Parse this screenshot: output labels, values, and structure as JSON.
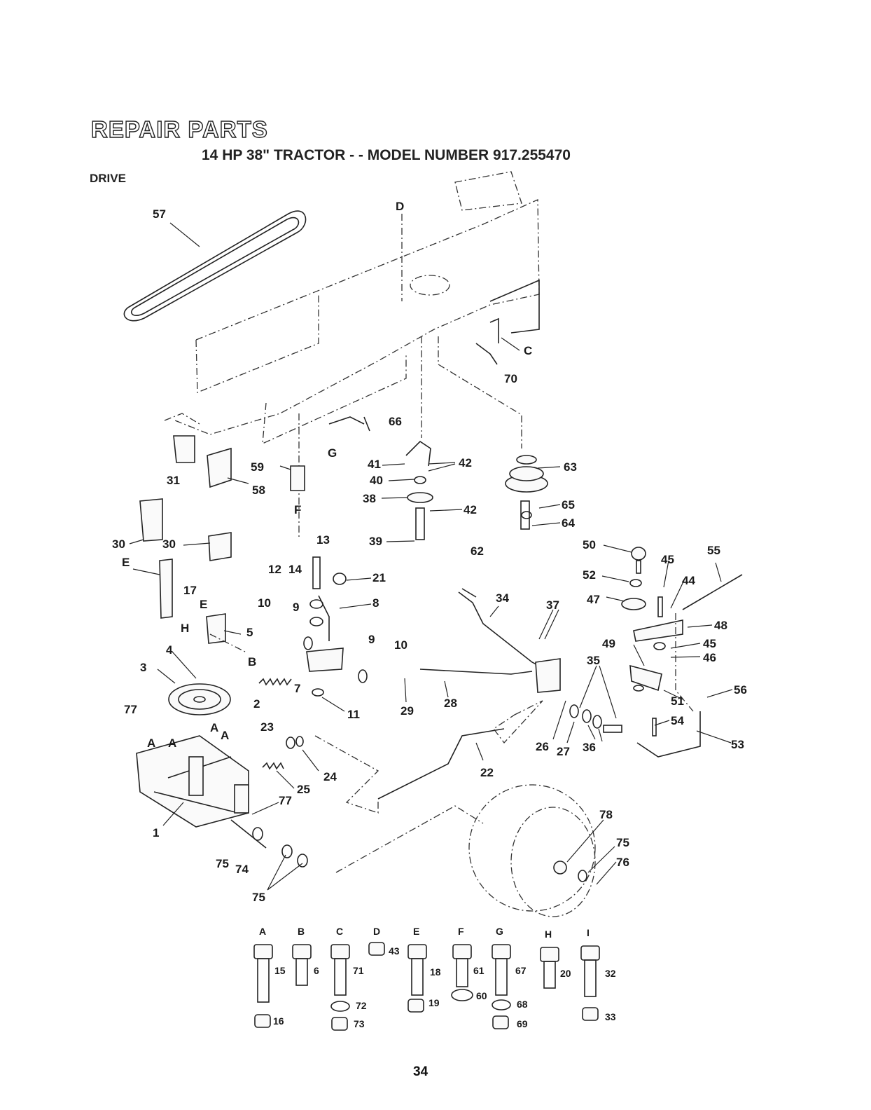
{
  "header": {
    "title": "REPAIR PARTS",
    "subtitle": "14 HP 38\" TRACTOR - - MODEL NUMBER 917.255470",
    "section": "DRIVE"
  },
  "page_number": "34",
  "callouts": [
    "57",
    "D",
    "C",
    "70",
    "66",
    "G",
    "41",
    "42",
    "40",
    "38",
    "42",
    "39",
    "63",
    "65",
    "64",
    "31",
    "58",
    "59",
    "F",
    "30",
    "30",
    "13",
    "21",
    "14",
    "12",
    "8",
    "10",
    "9",
    "E",
    "17",
    "H",
    "E",
    "5",
    "B",
    "4",
    "3",
    "10",
    "9",
    "7",
    "2",
    "11",
    "77",
    "A",
    "A",
    "A",
    "A",
    "23",
    "24",
    "25",
    "77",
    "1",
    "75",
    "74",
    "75",
    "62",
    "34",
    "37",
    "29",
    "28",
    "22",
    "26",
    "27",
    "36",
    "35",
    "50",
    "45",
    "44",
    "55",
    "52",
    "47",
    "48",
    "49",
    "45",
    "46",
    "51",
    "56",
    "54",
    "53",
    "78",
    "75",
    "76"
  ],
  "hardware": [
    {
      "group": "A",
      "bolt": "15",
      "nut": "16"
    },
    {
      "group": "B",
      "bolt": "6"
    },
    {
      "group": "C",
      "bolt": "71",
      "washer": "72",
      "nut": "73"
    },
    {
      "group": "D",
      "nut": "43"
    },
    {
      "group": "E",
      "bolt": "18",
      "nut": "19"
    },
    {
      "group": "F",
      "bolt": "61",
      "washer": "60"
    },
    {
      "group": "G",
      "bolt": "67",
      "washer": "68",
      "nut": "69"
    },
    {
      "group": "H",
      "bolt": "20"
    },
    {
      "group": "I",
      "bolt": "32",
      "nut": "33"
    }
  ],
  "icons": [
    "frame-outline",
    "drive-belt",
    "pulley",
    "tire",
    "bolt",
    "nut",
    "washer",
    "spring",
    "rod",
    "bracket",
    "transaxle"
  ]
}
